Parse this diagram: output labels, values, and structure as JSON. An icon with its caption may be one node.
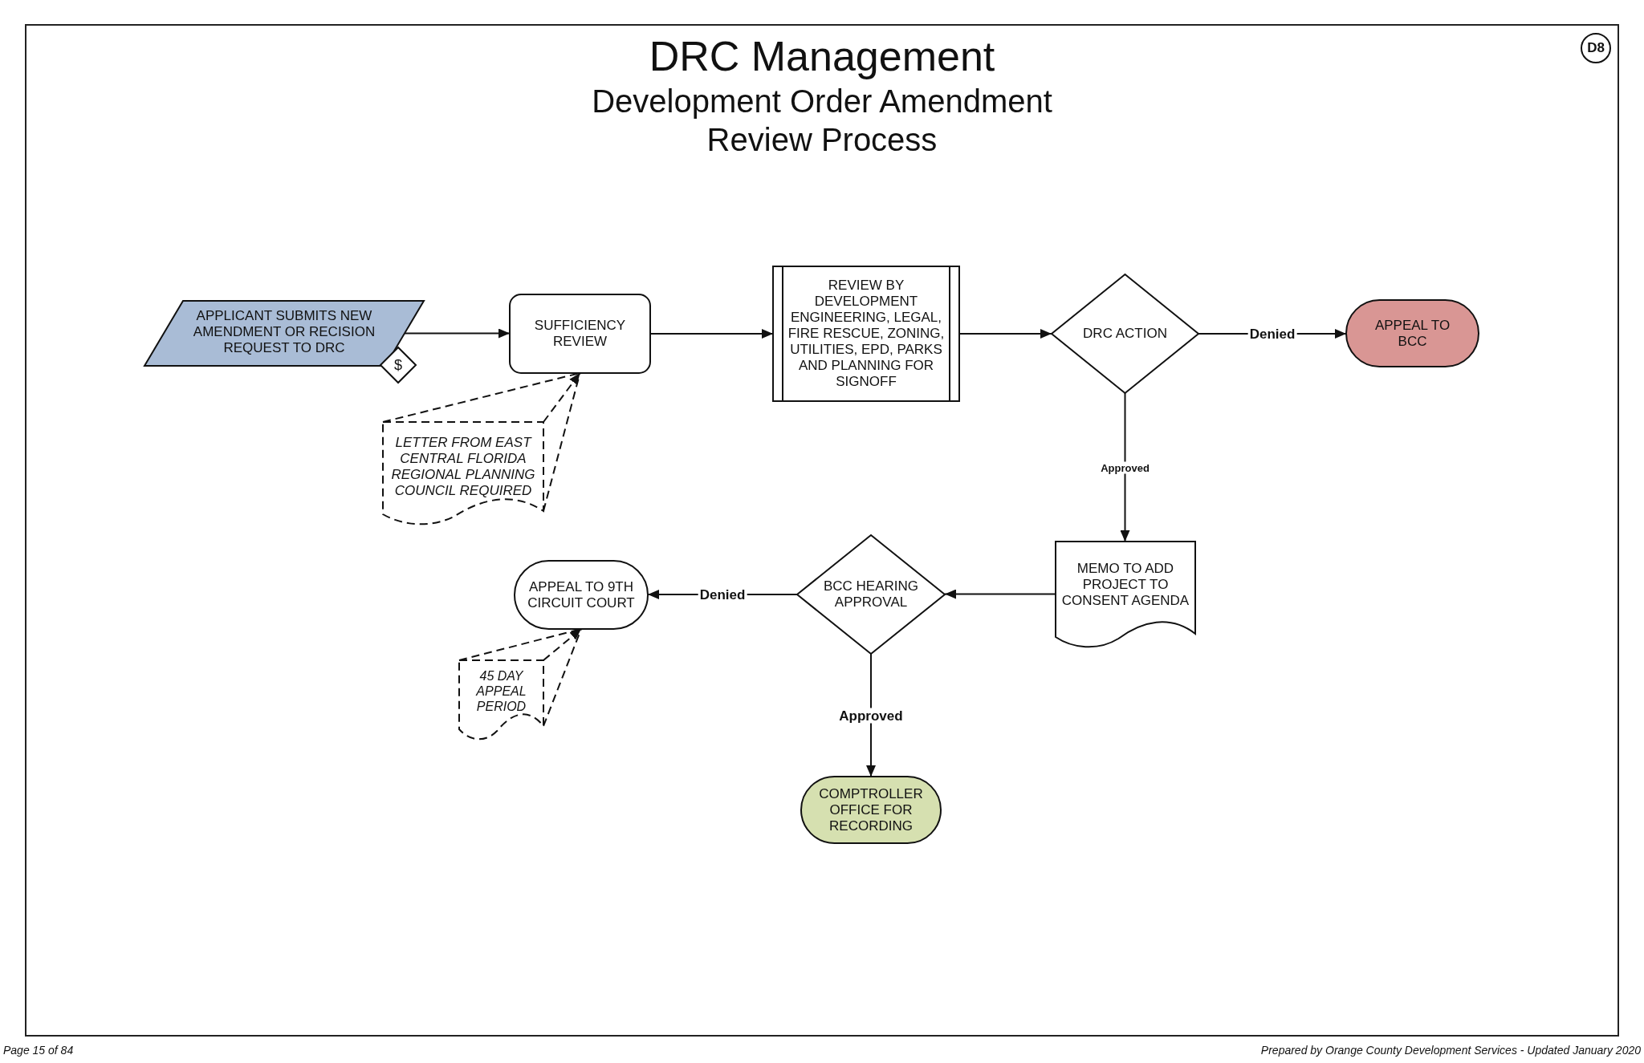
{
  "diagram": {
    "title": "DRC Management",
    "nodes": [
      {
        "text": [
          "APPLICANT SUBMITS NEW AMENDMENT OR RECISION REQUEST TO DRC"
        ]
      },
      {
        "text": [
          "$"
        ]
      },
      {
        "text": [
          "SUFFICIENCY REVIEW"
        ]
      },
      {
        "text": [
          "LETTER FROM EAST CENTRAL FLORIDA REGIONAL PLANNING COUNCIL REQUIRED"
        ]
      },
      {
        "text": [
          "REVIEW BY DEVELOPMENT ENGINEERING, LEGAL, FIRE RESCUE, ZONING, UTILITIES, EPD, PARKS AND PLANNING FOR SIGNOFF"
        ]
      },
      {
        "text": [
          "DRC ACTION"
        ]
      },
      {
        "text": [
          "APPEAL TO BCC"
        ]
      },
      {
        "text": [
          "MEMO TO ADD PROJECT TO CONSENT AGENDA"
        ]
      },
      {
        "text": [
          "BCC HEARING APPROVAL"
        ]
      },
      {
        "text": [
          "APPEAL TO 9TH CIRCUIT COURT"
        ]
      },
      {
        "text": [
          "45 DAY APPEAL PERIOD"
        ]
      },
      {
        "text": [
          "COMPTROLLER OFFICE FOR RECORDING"
        ]
      }
    ],
    "edges": [
      {
        "from": 0,
        "to": 2,
        "arrow": "to"
      },
      {
        "from": 3,
        "to": 2,
        "arrow": "to",
        "style": "dashed"
      },
      {
        "from": 2,
        "to": 4,
        "arrow": "to"
      },
      {
        "from": 4,
        "to": 5,
        "arrow": "to"
      },
      {
        "from": 5,
        "to": 6,
        "arrow": "to",
        "label": "Denied"
      },
      {
        "from": 5,
        "to": 7,
        "arrow": "to",
        "label": "Approved"
      },
      {
        "from": 7,
        "to": 8,
        "arrow": "to"
      },
      {
        "from": 8,
        "to": 9,
        "arrow": "to",
        "label": "Denied"
      },
      {
        "from": 10,
        "to": 9,
        "arrow": "to",
        "style": "dashed"
      },
      {
        "from": 8,
        "to": 11,
        "arrow": "to",
        "label": "Approved"
      }
    ],
    "labels": [
      "Development Order Amendment Review Process",
      "D8",
      "Page 15 of 84",
      "Prepared by Orange County Development Services - Updated January 2020"
    ]
  }
}
